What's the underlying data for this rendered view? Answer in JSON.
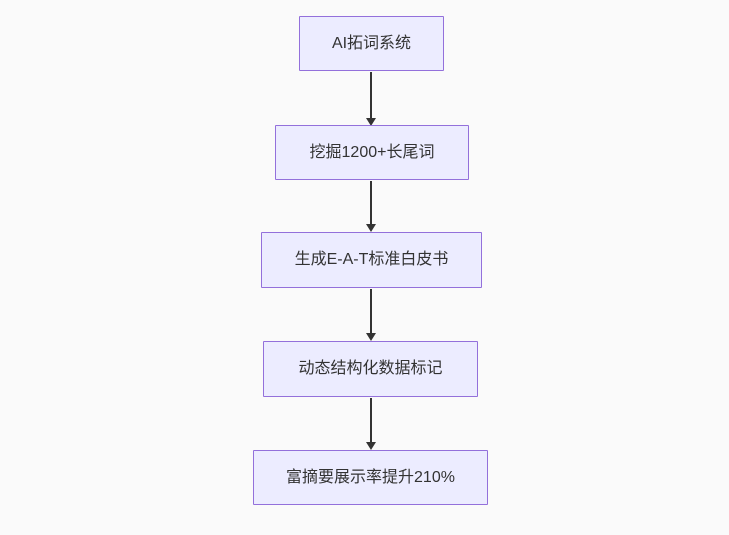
{
  "flowchart": {
    "direction": "top-down",
    "nodes": [
      {
        "id": "n1",
        "label": "AI拓词系统"
      },
      {
        "id": "n2",
        "label": "挖掘1200+长尾词"
      },
      {
        "id": "n3",
        "label": "生成E-A-T标准白皮书"
      },
      {
        "id": "n4",
        "label": "动态结构化数据标记"
      },
      {
        "id": "n5",
        "label": "富摘要展示率提升210%"
      }
    ],
    "edges": [
      {
        "from": "n1",
        "to": "n2"
      },
      {
        "from": "n2",
        "to": "n3"
      },
      {
        "from": "n3",
        "to": "n4"
      },
      {
        "from": "n4",
        "to": "n5"
      }
    ],
    "colors": {
      "node_fill": "#ECECFF",
      "node_border": "#9370DB",
      "arrow": "#333333",
      "text": "#333333",
      "background": "#fafafa"
    }
  }
}
